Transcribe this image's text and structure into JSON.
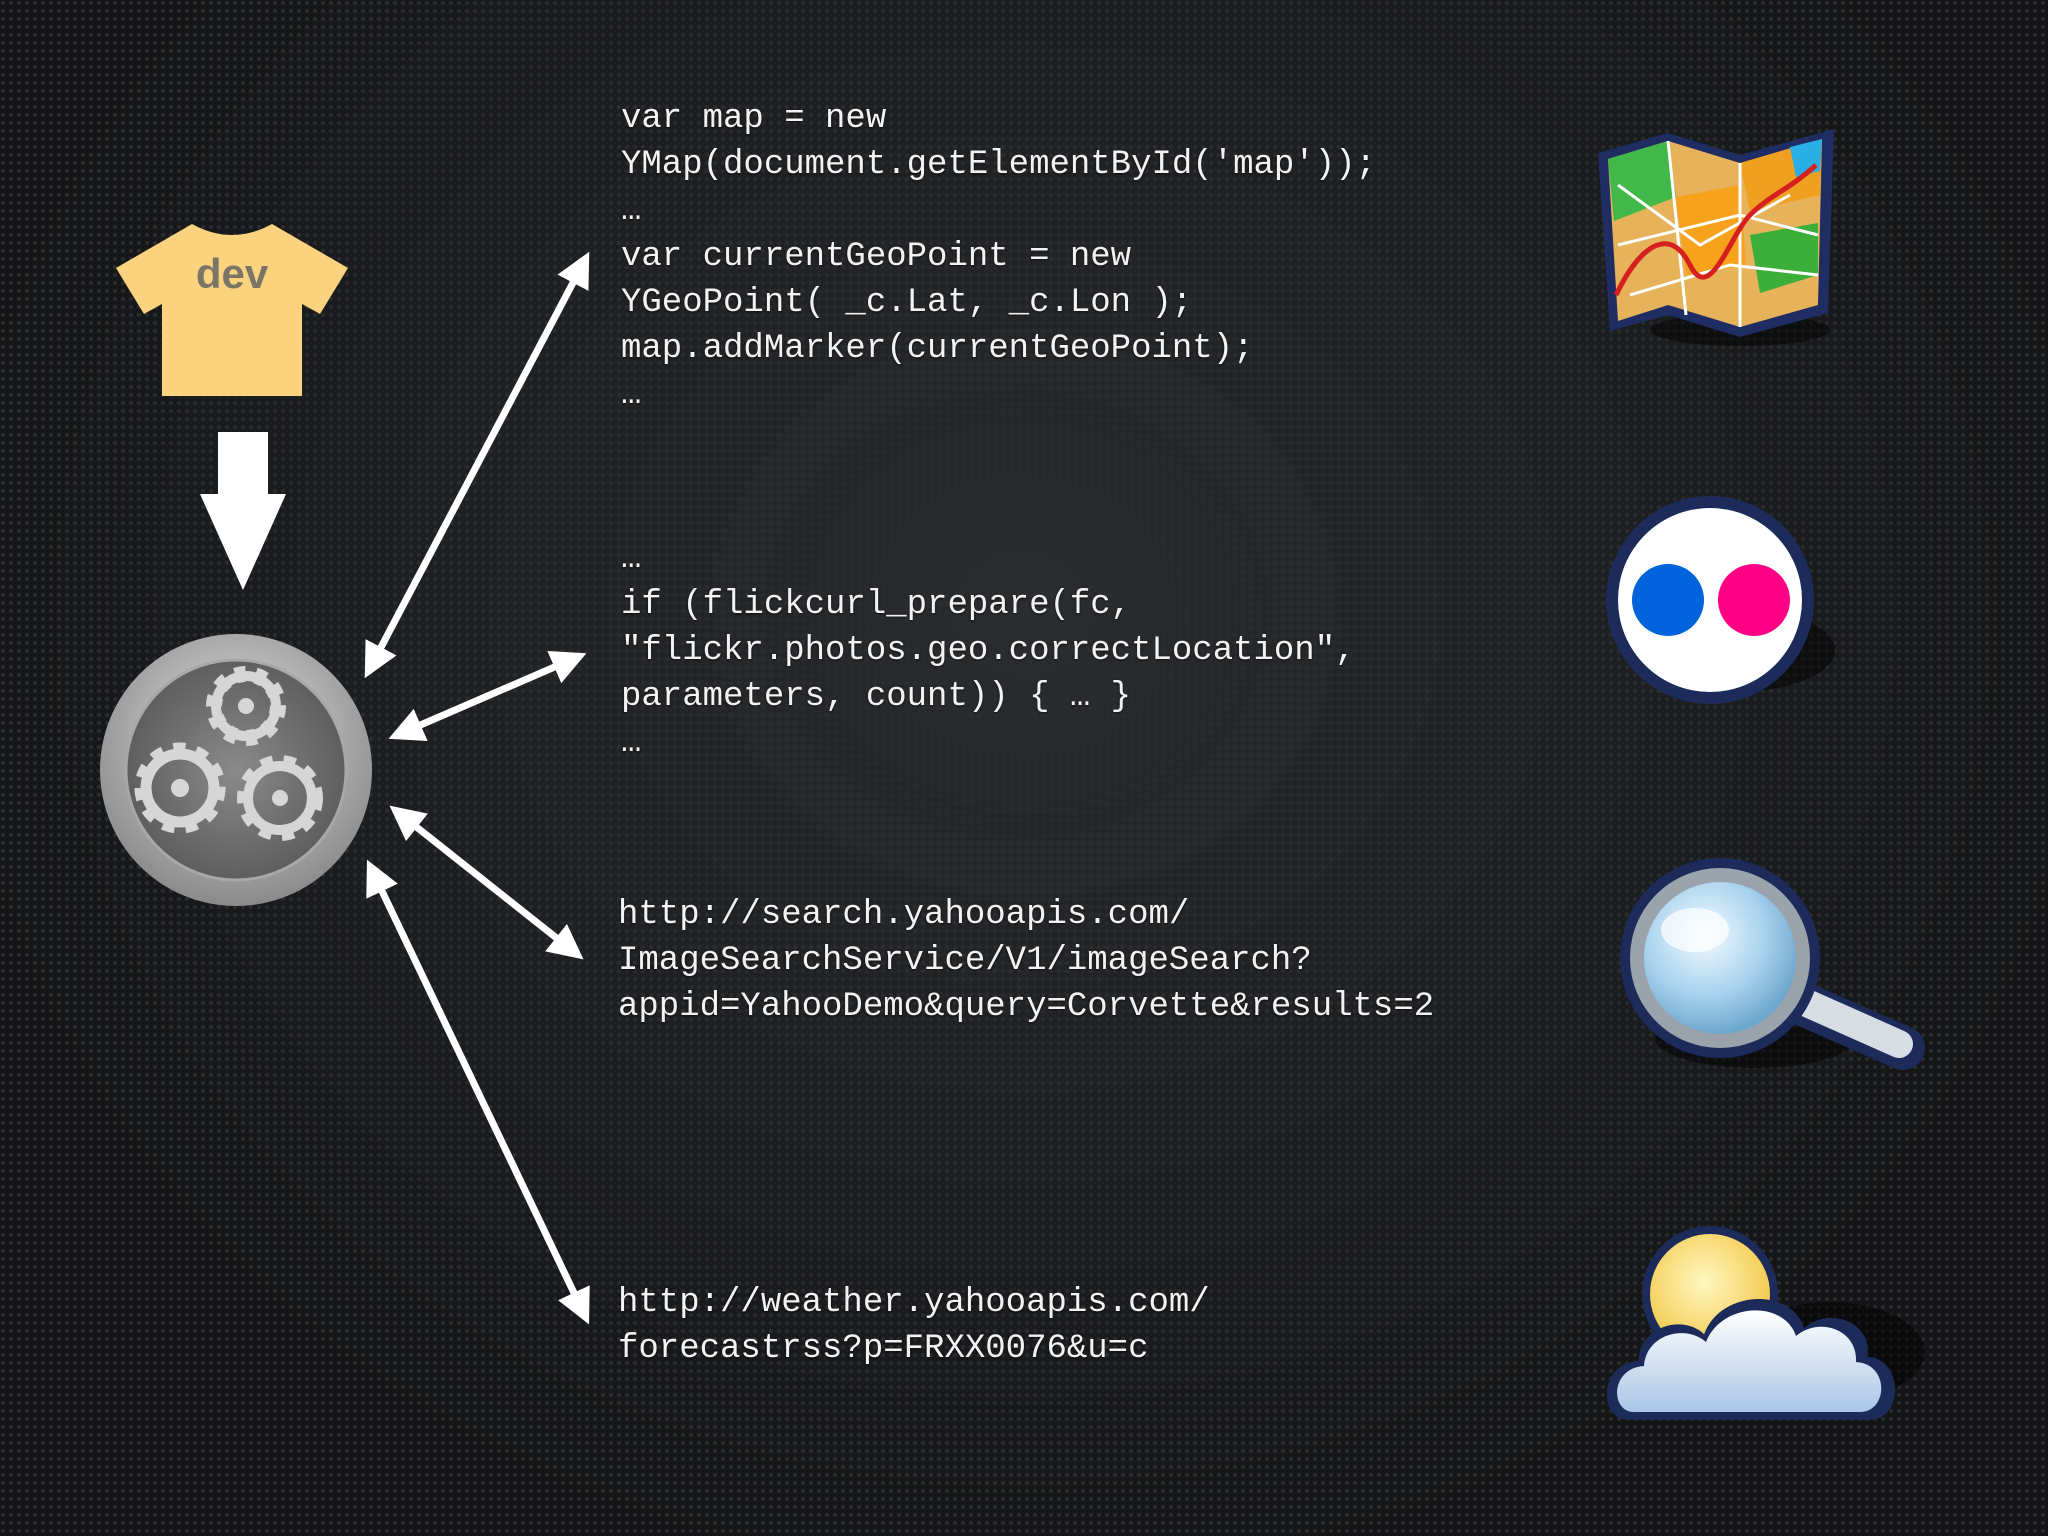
{
  "developer": {
    "label": "dev"
  },
  "icons": {
    "developer": "t-shirt-icon",
    "engine": "gears-icon",
    "maps": "map-icon",
    "photos": "flickr-icon",
    "search": "magnifier-icon",
    "weather": "weather-icon"
  },
  "colors": {
    "background": "#161718",
    "shirt": "#fbd27e",
    "shirt_text": "#7a7566",
    "flickr_blue": "#0063dc",
    "flickr_pink": "#ff0084"
  },
  "services": [
    {
      "name": "maps",
      "code": [
        "var map = new",
        "YMap(document.getElementById('map'));",
        "…",
        "var currentGeoPoint = new",
        "YGeoPoint( _c.Lat, _c.Lon );",
        "map.addMarker(currentGeoPoint);",
        "…"
      ]
    },
    {
      "name": "photos",
      "code": [
        "…",
        "if (flickcurl_prepare(fc,",
        "\"flickr.photos.geo.correctLocation\",",
        "parameters, count)) { … }",
        "…"
      ]
    },
    {
      "name": "search",
      "code": [
        "http://search.yahooapis.com/",
        "ImageSearchService/V1/imageSearch?",
        "appid=YahooDemo&query=Corvette&results=2"
      ]
    },
    {
      "name": "weather",
      "code": [
        "http://weather.yahooapis.com/",
        "forecastrss?p=FRXX0076&u=c"
      ]
    }
  ]
}
